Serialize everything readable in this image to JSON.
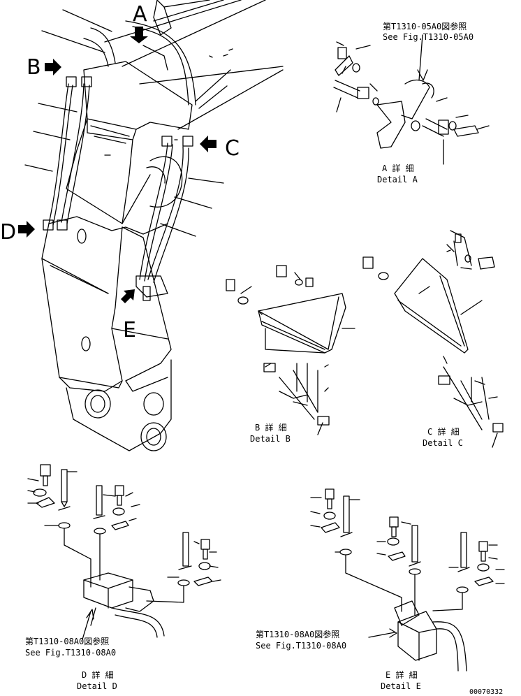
{
  "callouts": {
    "a": "A",
    "b": "B",
    "c": "C",
    "d": "D",
    "e": "E"
  },
  "refs": {
    "a_jp": "第T1310-05A0図参照",
    "a_en": "See Fig.T1310-05A0",
    "d_jp": "第T1310-08A0図参照",
    "d_en": "See Fig.T1310-08A0",
    "e_jp": "第T1310-08A0図参照",
    "e_en": "See Fig.T1310-08A0"
  },
  "details": {
    "a_jp": "A 詳 細",
    "a_en": "Detail A",
    "b_jp": "B 詳 細",
    "b_en": "Detail B",
    "c_jp": "C 詳 細",
    "c_en": "Detail C",
    "d_jp": "D 詳 細",
    "d_en": "Detail D",
    "e_jp": "E 詳 細",
    "e_en": "Detail E"
  },
  "drawing_number": "00070332"
}
